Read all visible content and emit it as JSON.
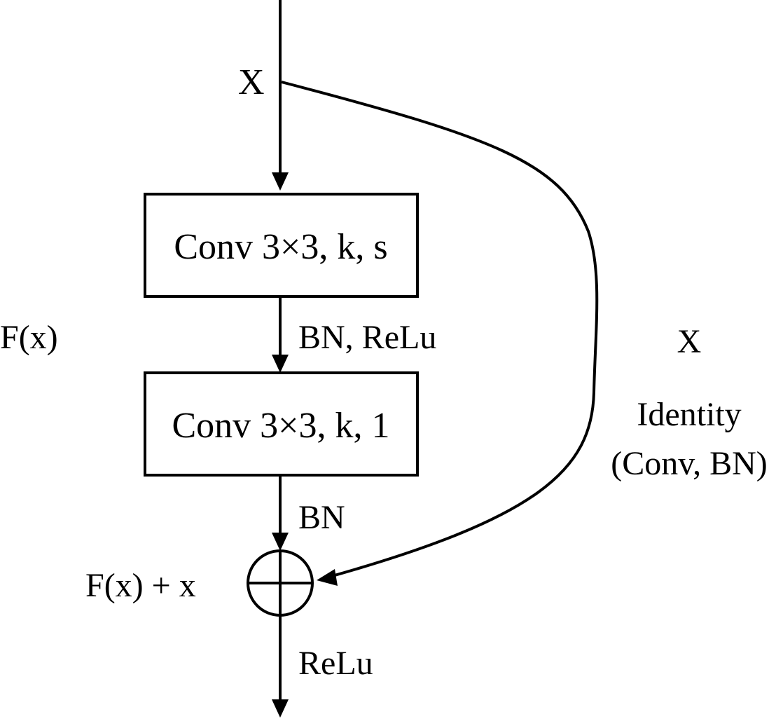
{
  "diagram": {
    "input_label": "X",
    "block1_label": "Conv 3×3, k, s",
    "block2_label": "Conv 3×3, k, 1",
    "edge1_label": "BN, ReLu",
    "edge2_label": "BN",
    "output_label": "ReLu",
    "sum_label": "F(x) + x",
    "residual_label": "F(x)",
    "shortcut_label_x": "X",
    "shortcut_label_identity": "Identity",
    "shortcut_label_conv_bn": "(Conv, BN)"
  },
  "colors": {
    "stroke": "#000000",
    "background": "#ffffff"
  }
}
